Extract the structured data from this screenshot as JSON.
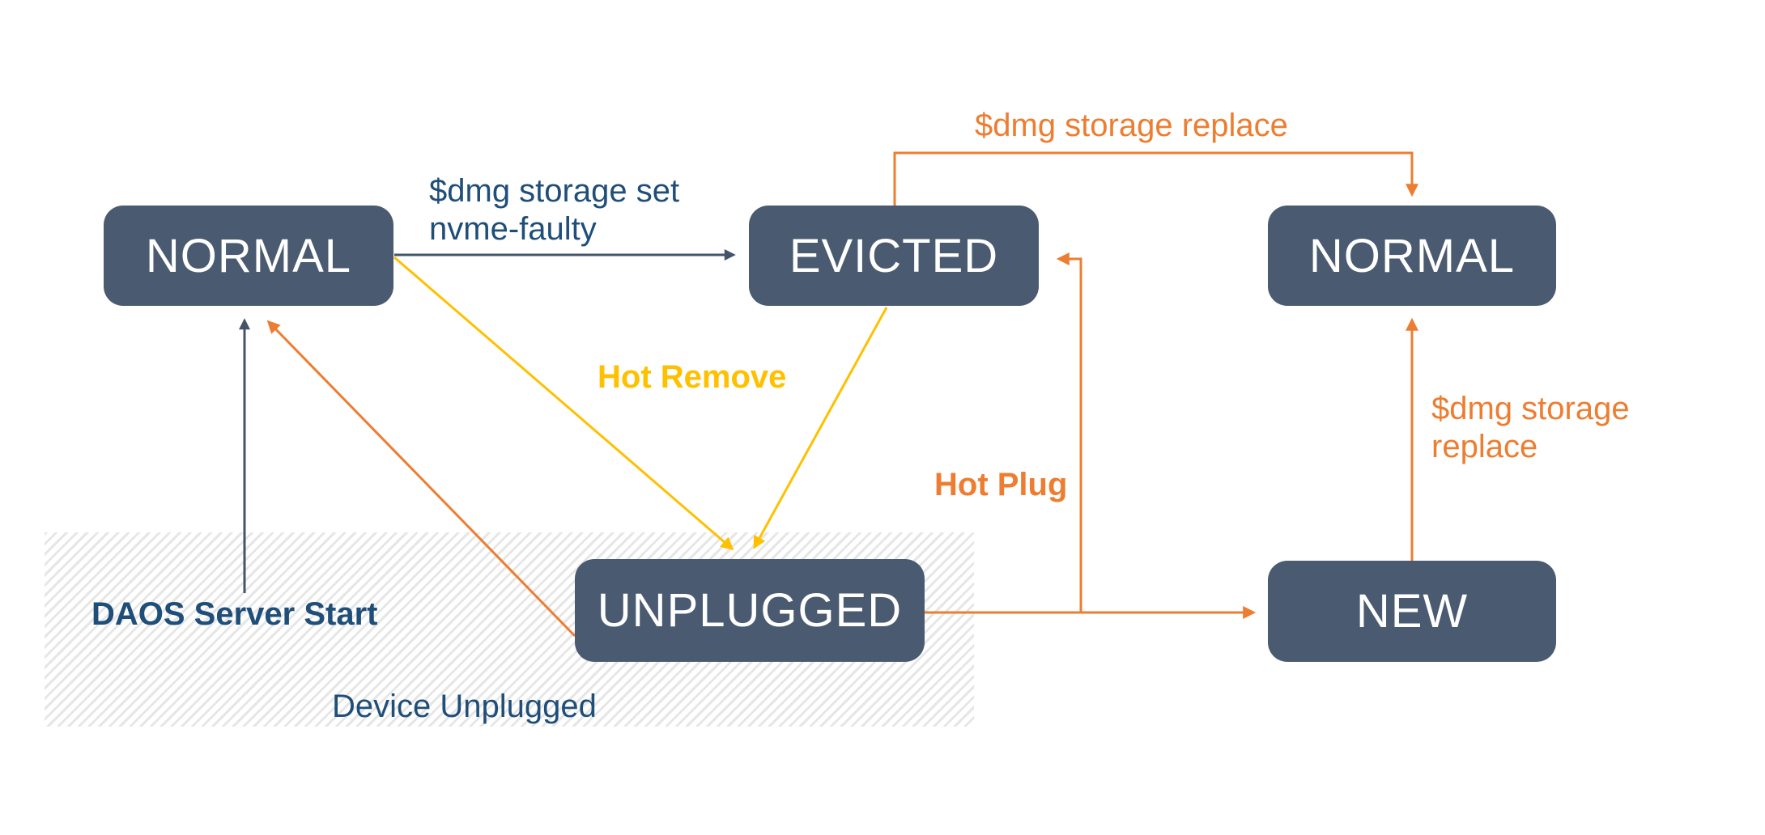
{
  "diagram": {
    "nodes": [
      {
        "id": "normal-left",
        "label": "NORMAL"
      },
      {
        "id": "evicted",
        "label": "EVICTED"
      },
      {
        "id": "normal-right",
        "label": "NORMAL"
      },
      {
        "id": "unplugged",
        "label": "UNPLUGGED"
      },
      {
        "id": "new",
        "label": "NEW"
      }
    ],
    "edge_labels": {
      "set_nvme_faulty": "$dmg storage set\nnvme-faulty",
      "storage_replace_top": "$dmg storage replace",
      "storage_replace_right": "$dmg storage\nreplace",
      "hot_remove": "Hot Remove",
      "hot_plug": "Hot Plug",
      "daos_server_start": "DAOS Server Start",
      "device_unplugged": "Device Unplugged"
    },
    "edges": [
      {
        "from": "normal-left",
        "to": "evicted",
        "label": "$dmg storage set nvme-faulty",
        "color": "#44546A"
      },
      {
        "from": "normal-left",
        "to": "unplugged",
        "label": "Hot Remove",
        "color": "#FFC000"
      },
      {
        "from": "evicted",
        "to": "unplugged",
        "label": "Hot Remove",
        "color": "#FFC000"
      },
      {
        "from": "unplugged",
        "to": "evicted",
        "label": "Hot Plug",
        "color": "#ED7D31"
      },
      {
        "from": "unplugged",
        "to": "new",
        "label": "Hot Plug",
        "color": "#ED7D31"
      },
      {
        "from": "unplugged",
        "to": "normal-left",
        "label": "",
        "color": "#ED7D31"
      },
      {
        "from": "evicted",
        "to": "normal-right",
        "label": "$dmg storage replace",
        "color": "#ED7D31"
      },
      {
        "from": "new",
        "to": "normal-right",
        "label": "$dmg storage replace",
        "color": "#ED7D31"
      },
      {
        "from": "unplugged-region",
        "to": "normal-left",
        "label": "DAOS Server Start",
        "color": "#44546A"
      }
    ],
    "region": {
      "label": "Device Unplugged"
    }
  },
  "colors": {
    "node_fill": "#4A5A70",
    "node_text": "#FFFFFF",
    "navy_text": "#1F4E79",
    "orange": "#ED7D31",
    "gold": "#FFC000",
    "slate_arrow": "#44546A",
    "hatch_stripe": "#E6E6E6"
  }
}
